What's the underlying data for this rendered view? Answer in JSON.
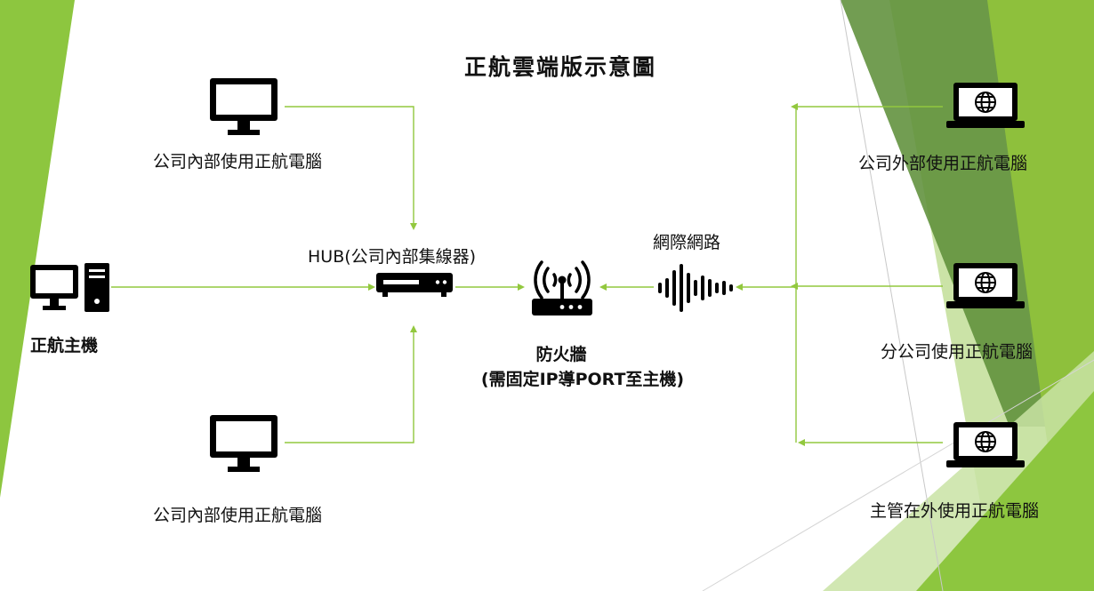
{
  "title": "正航雲端版示意圖",
  "nodes": {
    "host": "正航主機",
    "hub": "HUB(公司內部集線器)",
    "firewall": "防火牆",
    "firewall_note": "(需固定IP導PORT至主機)",
    "internet": "網際網路",
    "internal_pc_top": "公司內部使用正航電腦",
    "internal_pc_bottom": "公司內部使用正航電腦",
    "external_pc": "公司外部使用正航電腦",
    "branch_pc": "分公司使用正航電腦",
    "manager_pc": "主管在外使用正航電腦"
  },
  "colors": {
    "connector": "#92c83e",
    "accent_light": "#8dc63f",
    "accent_dark": "#5c8a34",
    "icon": "#000000"
  },
  "icons": {
    "desktop": "monitor-icon",
    "host": "desktop-tower-icon",
    "hub": "network-switch-icon",
    "firewall": "wifi-router-icon",
    "internet": "sound-wave-icon",
    "laptop": "laptop-globe-icon"
  }
}
